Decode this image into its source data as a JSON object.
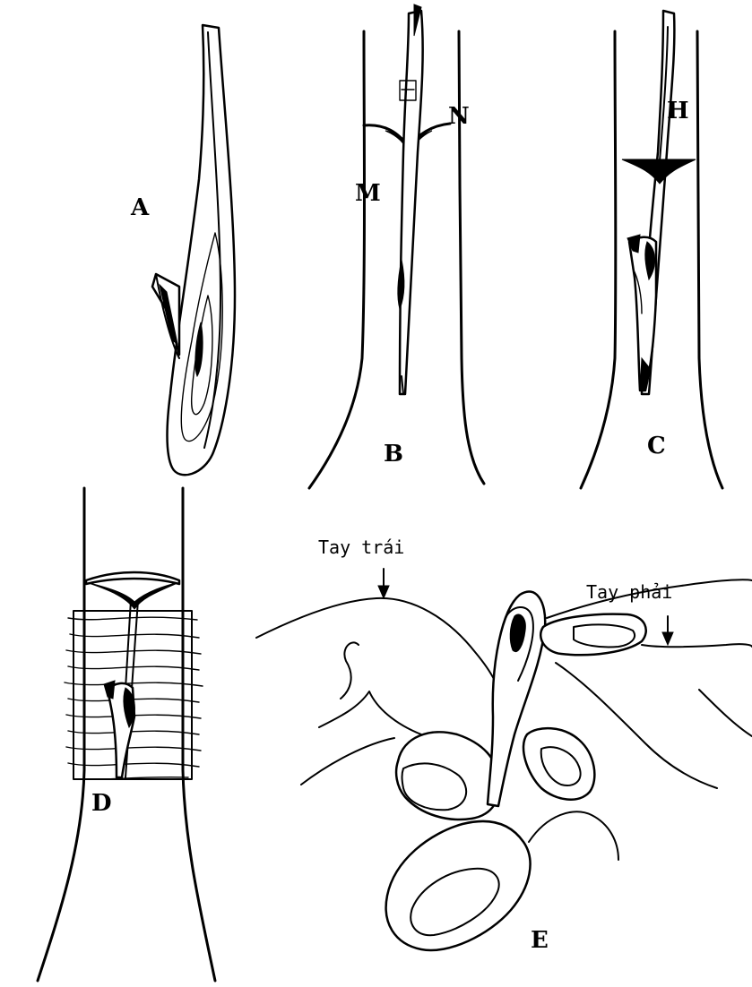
{
  "labels": {
    "A": "A",
    "B": "B",
    "C": "C",
    "D": "D",
    "E": "E",
    "M": "M",
    "N": "N",
    "H": "H"
  },
  "captions": {
    "left_hand": "Tay trái",
    "right_hand": "Tay phải"
  }
}
